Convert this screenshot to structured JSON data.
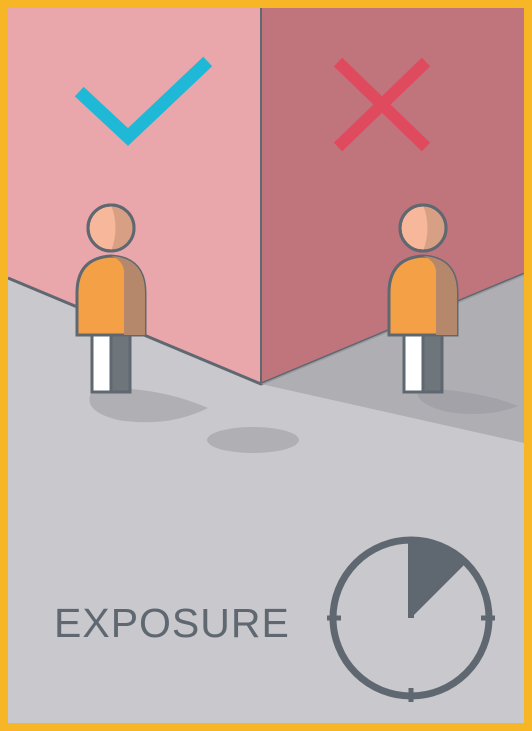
{
  "caption": "EXPOSURE",
  "icons": {
    "correct": "checkmark-icon",
    "incorrect": "cross-icon",
    "timer": "stopwatch-icon",
    "person": "person-figure"
  },
  "colors": {
    "frame": "#f6b626",
    "left_wall": "#e9a7ab",
    "right_wall": "#c0757d",
    "floor": "#c9c8cc",
    "check": "#1fb8d6",
    "cross": "#e04a5f",
    "shirt": "#f4a046",
    "skin": "#f6b79a",
    "outline": "#5f6870"
  },
  "timer_fraction": 0.125
}
